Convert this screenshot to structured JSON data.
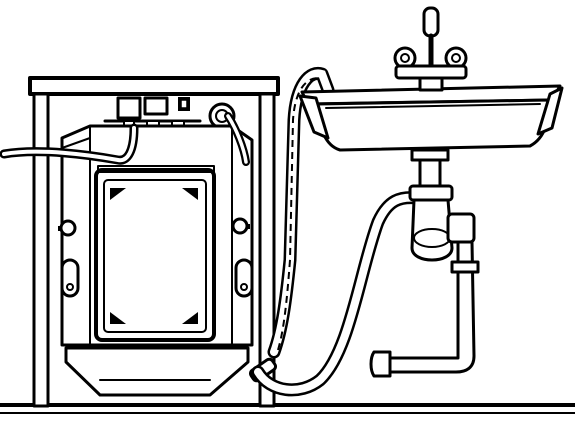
{
  "illustration": {
    "subject": "washing-machine-drain-hose-connection-to-sink-siphon",
    "colors": {
      "line": "#000000",
      "background": "#ffffff"
    },
    "parts": [
      "floor",
      "washing-machine-rear",
      "drum-window",
      "inlet-hose",
      "drain-hose",
      "hose-clip",
      "sink",
      "mixer-tap",
      "siphon",
      "waste-pipe"
    ]
  }
}
